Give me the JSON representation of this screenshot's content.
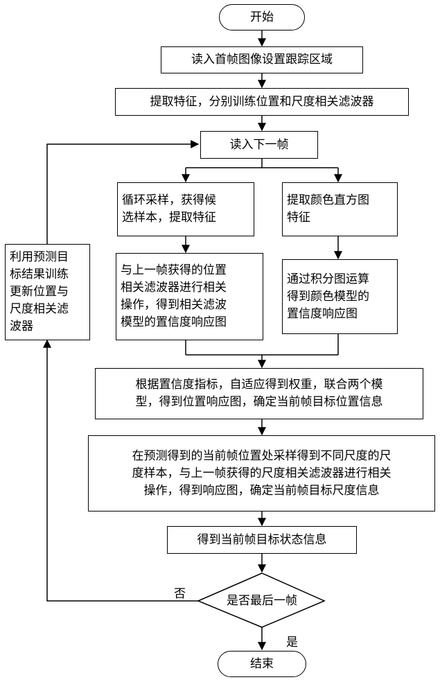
{
  "nodes": {
    "start": "开始",
    "read_first": "读入首帧图像设置跟踪区域",
    "extract_train": "提取特征，分别训练位置和尺度相关滤波器",
    "read_next": "读入下一帧",
    "cyclic_sample": "循环采样，获得候\n选样本，提取特征",
    "color_hist": "提取颜色直方图\n特征",
    "position_filter": "与上一帧获得的位置\n相关滤波器进行相关\n操作，得到相关滤波\n模型的置信度响应图",
    "integral_image": "通过积分图运算\n得到颜色模型的\n置信度响应图",
    "update_model": "利用预测目\n标结果训练\n更新位置与\n尺度相关滤\n波器",
    "fuse_models": "根据置信度指标，自适应得到权重，联合两个模\n型，得到位置响应图，确定当前帧目标位置信息",
    "scale_sample": "在预测得到的当前帧位置处采样得到不同尺度的尺\n度样本，与上一帧获得的尺度相关滤波器进行相关\n操作，得到响应图，确定当前帧目标尺度信息",
    "state_info": "得到当前帧目标状态信息",
    "is_last": "是否最后一帧",
    "end": "结束"
  },
  "edge_labels": {
    "no": "否",
    "yes": "是"
  }
}
